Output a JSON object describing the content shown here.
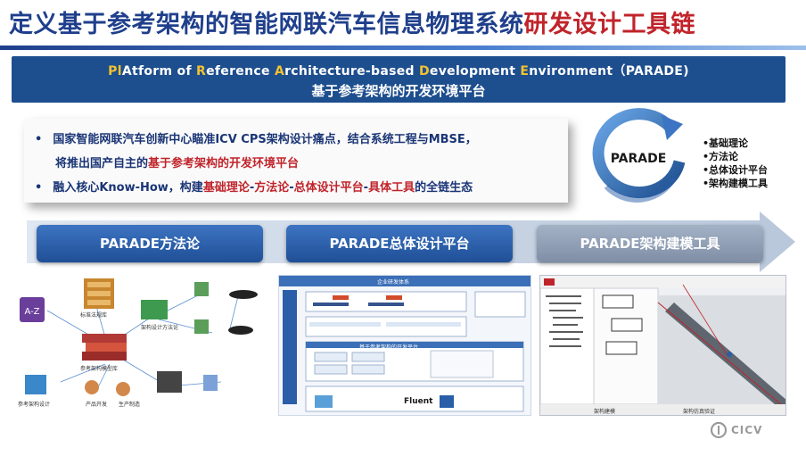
{
  "title": {
    "main": "定义基于参考架构的智能网联汽车信息物理系统",
    "accent": "研发设计工具链"
  },
  "banner": {
    "en_parts": [
      {
        "b": "Pl",
        "t": "Atform of "
      },
      {
        "b": "R",
        "t": "eference "
      },
      {
        "b": "A",
        "t": "rchitecture-based "
      },
      {
        "b": "D",
        "t": "evelopment "
      },
      {
        "b": "E",
        "t": "nvironment（PARADE)"
      }
    ],
    "zh": "基于参考架构的开发环境平台"
  },
  "bullets": [
    {
      "line1": "国家智能网联汽车创新中心瞄准ICV CPS架构设计痛点，结合系统工程与MBSE，",
      "line2_pre": "将推出国产自主的",
      "line2_red": "基于参考架构的开发环境平台",
      "line2_post": ""
    },
    {
      "p1": "融入核心Know-How，构建",
      "r1": "基础理论",
      "s1": "-",
      "r2": "方法论",
      "s2": "-",
      "r3": "总体设计平台",
      "s3": "-",
      "r4": "具体工具",
      "p2": "的全链生态"
    }
  ],
  "cycle": {
    "center": "PARADE",
    "items": [
      "•基础理论",
      "•方法论",
      "•总体设计平台",
      "•架构建模工具"
    ]
  },
  "stages": [
    "PARADE方法论",
    "PARADE总体设计平台",
    "PARADE架构建模工具"
  ],
  "panel1": {
    "labels": [
      "A-Z",
      "标准法规库",
      "参考架构模型库",
      "架构设计方法论",
      "参考架构设计",
      "产品开发",
      "生产制造"
    ]
  },
  "panel2": {
    "header": "企业研发体系",
    "sub": "基于参考架构的开发平台",
    "footer": [
      "Fluent"
    ]
  },
  "panel3": {
    "caption_left": "架构建模",
    "caption_right": "架构仿真验证"
  },
  "logo": {
    "text": "CICV"
  },
  "colors": {
    "title_blue": "#1f3f8c",
    "accent_red": "#c0242b",
    "banner_blue": "#1d4e8e",
    "stage_blue": "#2a5ea8",
    "stage_grey": "#8e9bb0"
  }
}
